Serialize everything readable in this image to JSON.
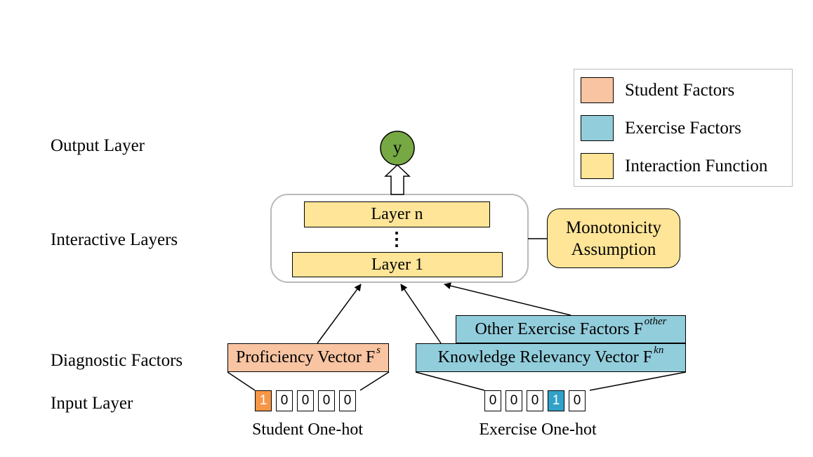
{
  "colors": {
    "student": "#f8c4a2",
    "exercise": "#92cddc",
    "interaction": "#ffe597",
    "output_node": "#76a844",
    "student_hot": "#f79646",
    "exercise_hot": "#31a1c8"
  },
  "layer_labels": {
    "output": "Output Layer",
    "interactive": "Interactive Layers",
    "diagnostic": "Diagnostic Factors",
    "input": "Input Layer"
  },
  "output_node": {
    "label": "y"
  },
  "interactive": {
    "top_layer": "Layer n",
    "ellipsis": "⋮",
    "bottom_layer": "Layer 1"
  },
  "monotonicity": {
    "line1": "Monotonicity",
    "line2": "Assumption"
  },
  "factors": {
    "proficiency": {
      "text": "Proficiency Vector F",
      "sup": "s"
    },
    "knowledge": {
      "text": "Knowledge Relevancy Vector F",
      "sup": "kn"
    },
    "other": {
      "text": "Other Exercise Factors F",
      "sup": "other"
    }
  },
  "student_onehot": {
    "cells": [
      "1",
      "0",
      "0",
      "0",
      "0"
    ],
    "hot_index": 0,
    "caption": "Student One-hot"
  },
  "exercise_onehot": {
    "cells": [
      "0",
      "0",
      "0",
      "1",
      "0"
    ],
    "hot_index": 3,
    "caption": "Exercise One-hot"
  },
  "legend": {
    "items": [
      {
        "label": "Student Factors",
        "color_key": "student"
      },
      {
        "label": "Exercise Factors",
        "color_key": "exercise"
      },
      {
        "label": "Interaction Function",
        "color_key": "interaction"
      }
    ]
  }
}
